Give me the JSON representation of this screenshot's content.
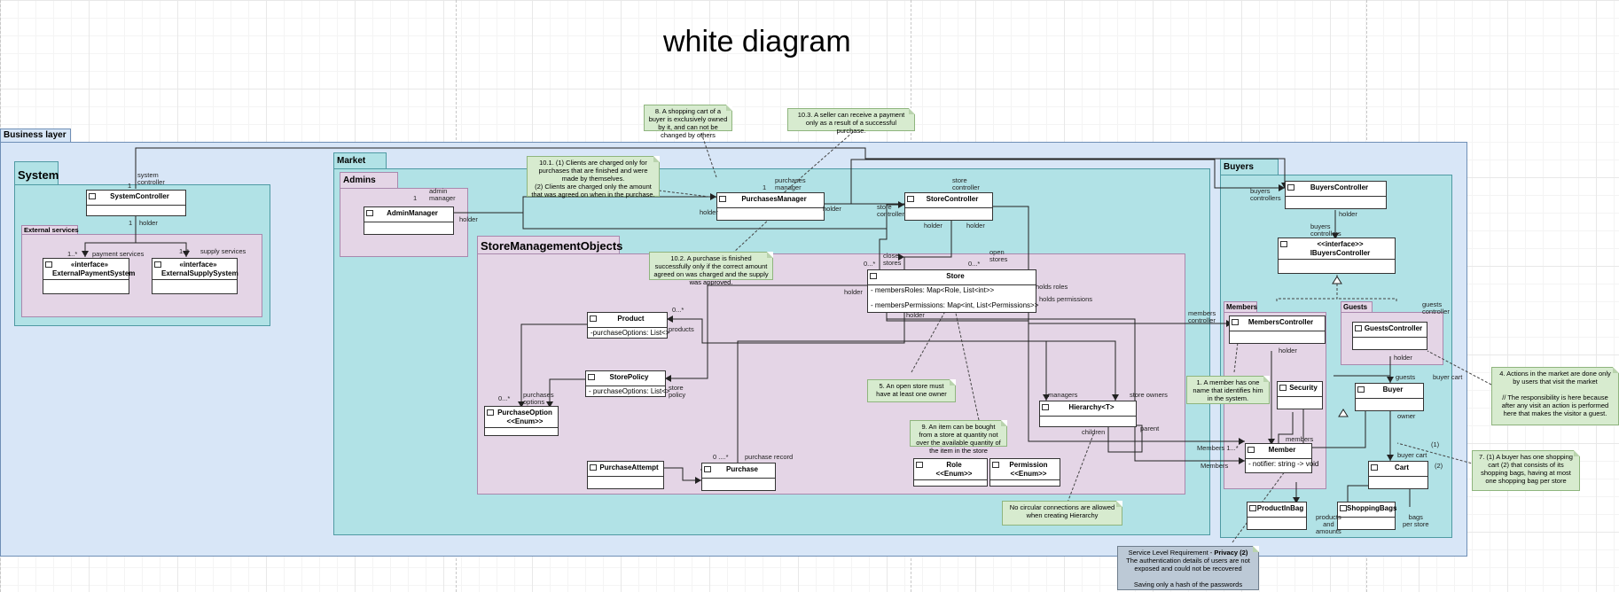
{
  "title": "white diagram",
  "packages": {
    "business": "Business layer",
    "system": "System",
    "external": "External services",
    "market": "Market",
    "admins": "Admins",
    "storeObjects": "StoreManagementObjects",
    "buyers": "Buyers",
    "members": "Members",
    "guests": "Guests"
  },
  "classes": {
    "systemController": "SystemController",
    "extPayment": [
      "«interface»",
      "ExternalPaymentSystem"
    ],
    "extSupply": [
      "«interface»",
      "ExternalSupplySystem"
    ],
    "adminManager": "AdminManager",
    "purchasesManager": "PurchasesManager",
    "storeController": "StoreController",
    "store": "Store",
    "storeAttrs": [
      "- membersRoles: Map<Role, List<int>>",
      "- membersPermissions: Map<int, List<Permissions>>"
    ],
    "product": "Product",
    "productAttr": "-purchaseOptions: List<>",
    "storePolicy": "StorePolicy",
    "storePolicyAttr": "- purchaseOptions: List<>",
    "purchaseOption": [
      "PurchaseOption",
      "<<Enum>>"
    ],
    "purchaseAttempt": "PurchaseAttempt",
    "purchase": "Purchase",
    "hierarchy": "Hierarchy<T>",
    "role": [
      "Role",
      "<<Enum>>"
    ],
    "permission": [
      "Permission",
      "<<Enum>>"
    ],
    "buyersController": "BuyersController",
    "iBuyersController": [
      "<<interface>>",
      "IBuyersController"
    ],
    "membersController": "MembersController",
    "guestsController": "GuestsController",
    "buyer": "Buyer",
    "security": "Security",
    "member": "Member",
    "memberAttr": "- notifier: string -> void",
    "cart": "Cart",
    "productInBag": "ProductInBag",
    "shoppingBags": "ShoppingBags"
  },
  "notes": {
    "n8": "8. A shopping cart of a buyer is exclusively owned by it, and can not be changed by others",
    "n103": "10.3. A seller can receive a payment only as a result of a successful purchase.",
    "n101": "10.1. (1) Clients are charged only for purchases that are finished and were made by themselves.\n(2) Clients are charged only the amount that was agreed on when in the purchase.",
    "n102": "10.2. A purchase is finished successfully only if the correct amount agreed on was charged and the supply was approved.",
    "n5": "5. An open store must have at least one owner",
    "n9": "9. An item can be bought from a store at quantity not over the available quantity of the item in the store",
    "nCirc": "No circular connections are allowed when creating Hierarchy",
    "n1": "1. A member has one name that identifies him in the system.",
    "n4": "4. Actions in the market are done only by users that visit the market\n\n// The responsibility is here because after any visit an action is performed here that makes the visitor a guest.",
    "n7": "7. (1) A buyer has one shopping cart (2) that consists of its shopping bags, having at most one shopping bag per store",
    "privacyPrefix": "Service Level Requirement - ",
    "privacyBold": "Privacy (2)",
    "privacyBody": "The authentication details of users are not exposed and could not be recovered\n\nSaving only a hash of the passwords"
  },
  "labels": {
    "sysCtrl": "system\ncontroller",
    "one": "1",
    "holder": "holder",
    "oneStar": "1..*",
    "payServices": "payment services",
    "supServices": "supply services",
    "adminMgr": "admin\nmanager",
    "purchMgr": "purchases\nmanager",
    "storeCtrlTop": "store\ncontroller",
    "storeCtrlSide": "store\ncontroller",
    "closeStores": "close\nstores",
    "openStores": "open\nstores",
    "zeroStar": "0...*",
    "products": "products",
    "storePolicy": "store\npolicy",
    "purchOptions": "purchases\noptions",
    "purchRecord": "purchase record",
    "zeroStar2": "0 ....*",
    "holdsRoles": "holds roles",
    "holdsPerms": "holds permissions",
    "managers": "managers",
    "storeOwners": "store owners",
    "children": "children",
    "parent": "parent",
    "buyersCtrls": "buyers\ncontrollers",
    "membersCtrl": "members\ncontroller",
    "guestsCtrl": "guests\ncontroller",
    "guests": "guests",
    "buyerCart": "buyer cart",
    "owner": "owner",
    "membersLbl": "members",
    "MembersLbl": "Members",
    "membersOneStar": "Members 1...*",
    "prodAmounts": "products\nand\namounts",
    "bagsPerStore": "bags\nper store",
    "one1": "(1)",
    "two2": "(2)"
  }
}
